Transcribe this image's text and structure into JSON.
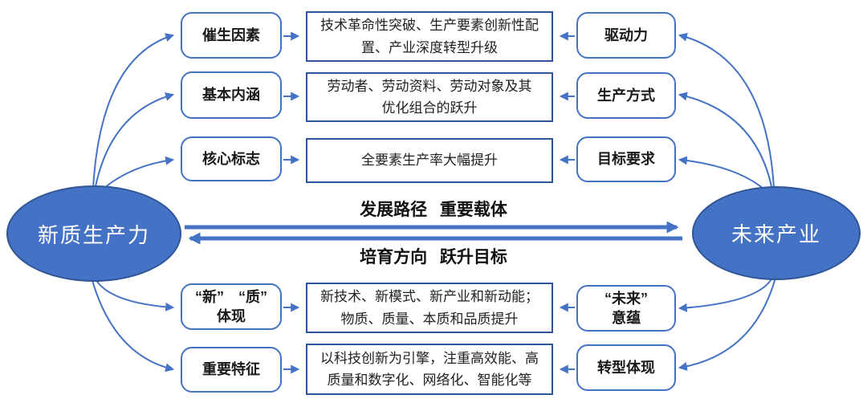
{
  "diagram": {
    "left_node": {
      "label": "新质生产力"
    },
    "right_node": {
      "label": "未来产业"
    },
    "rows": [
      {
        "left": "催生因素",
        "center": "技术革命性突破、生产要素创新性配\n置、产业深度转型升级",
        "right": "驱动力"
      },
      {
        "left": "基本内涵",
        "center": "劳动者、劳动资料、劳动对象及其\n优化组合的跃升",
        "right": "生产方式"
      },
      {
        "left": "核心标志",
        "center": "全要素生产率大幅提升",
        "right": "目标要求"
      },
      {
        "left": "“新”　“质”\n体现",
        "center": "新技术、新模式、新产业和新动能；\n物质、质量、本质和品质提升",
        "right": "“未来”\n意蕴"
      },
      {
        "left": "重要特征",
        "center": "以科技创新为引擎，注重高效能、高\n质量和数字化、网络化、智能化等",
        "right": "转型体现"
      }
    ],
    "center_flows": {
      "top_label": "发展路径 重要载体",
      "bottom_label": "培育方向 跃升目标"
    },
    "colors": {
      "node_fill": "#4472C4",
      "node_border": "#2F5597",
      "label_box_border": "#4472C4",
      "desc_box_border": "#2E5597",
      "arrow": "#4472C4",
      "text": "#1A1A1A"
    }
  }
}
